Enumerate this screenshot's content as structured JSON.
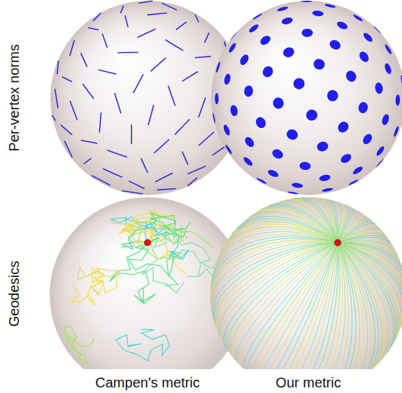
{
  "diagram": {
    "labels": [
      "Per-vertex norms",
      "Geodesics",
      "Campen's metric",
      "Our metric"
    ]
  }
}
